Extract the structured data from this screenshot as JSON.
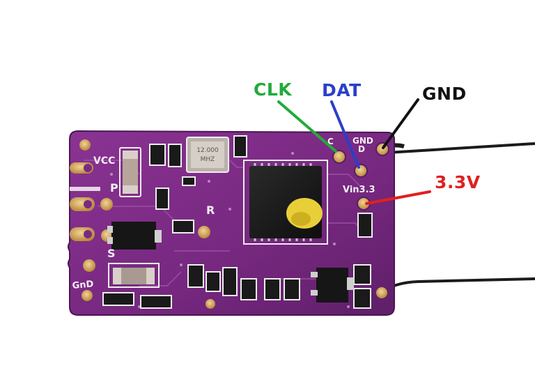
{
  "labels": {
    "clk": "CLK",
    "dat": "DAT",
    "gnd": "GND",
    "v33": "3.3V"
  },
  "silkscreen": {
    "vcc": "VCC",
    "p": "P",
    "r": "R",
    "s": "S",
    "gnd_left": "GnD",
    "c": "C",
    "gnd_right": "GND",
    "d": "D",
    "vin": "Vin3.3"
  },
  "crystal_text": [
    "12.000",
    "MHZ"
  ],
  "colors": {
    "clk": "#22aa3a",
    "dat": "#2a3fc9",
    "gnd": "#111111",
    "v33": "#e02020",
    "pcb": "#7a2a83",
    "pad": "#d8a860"
  }
}
